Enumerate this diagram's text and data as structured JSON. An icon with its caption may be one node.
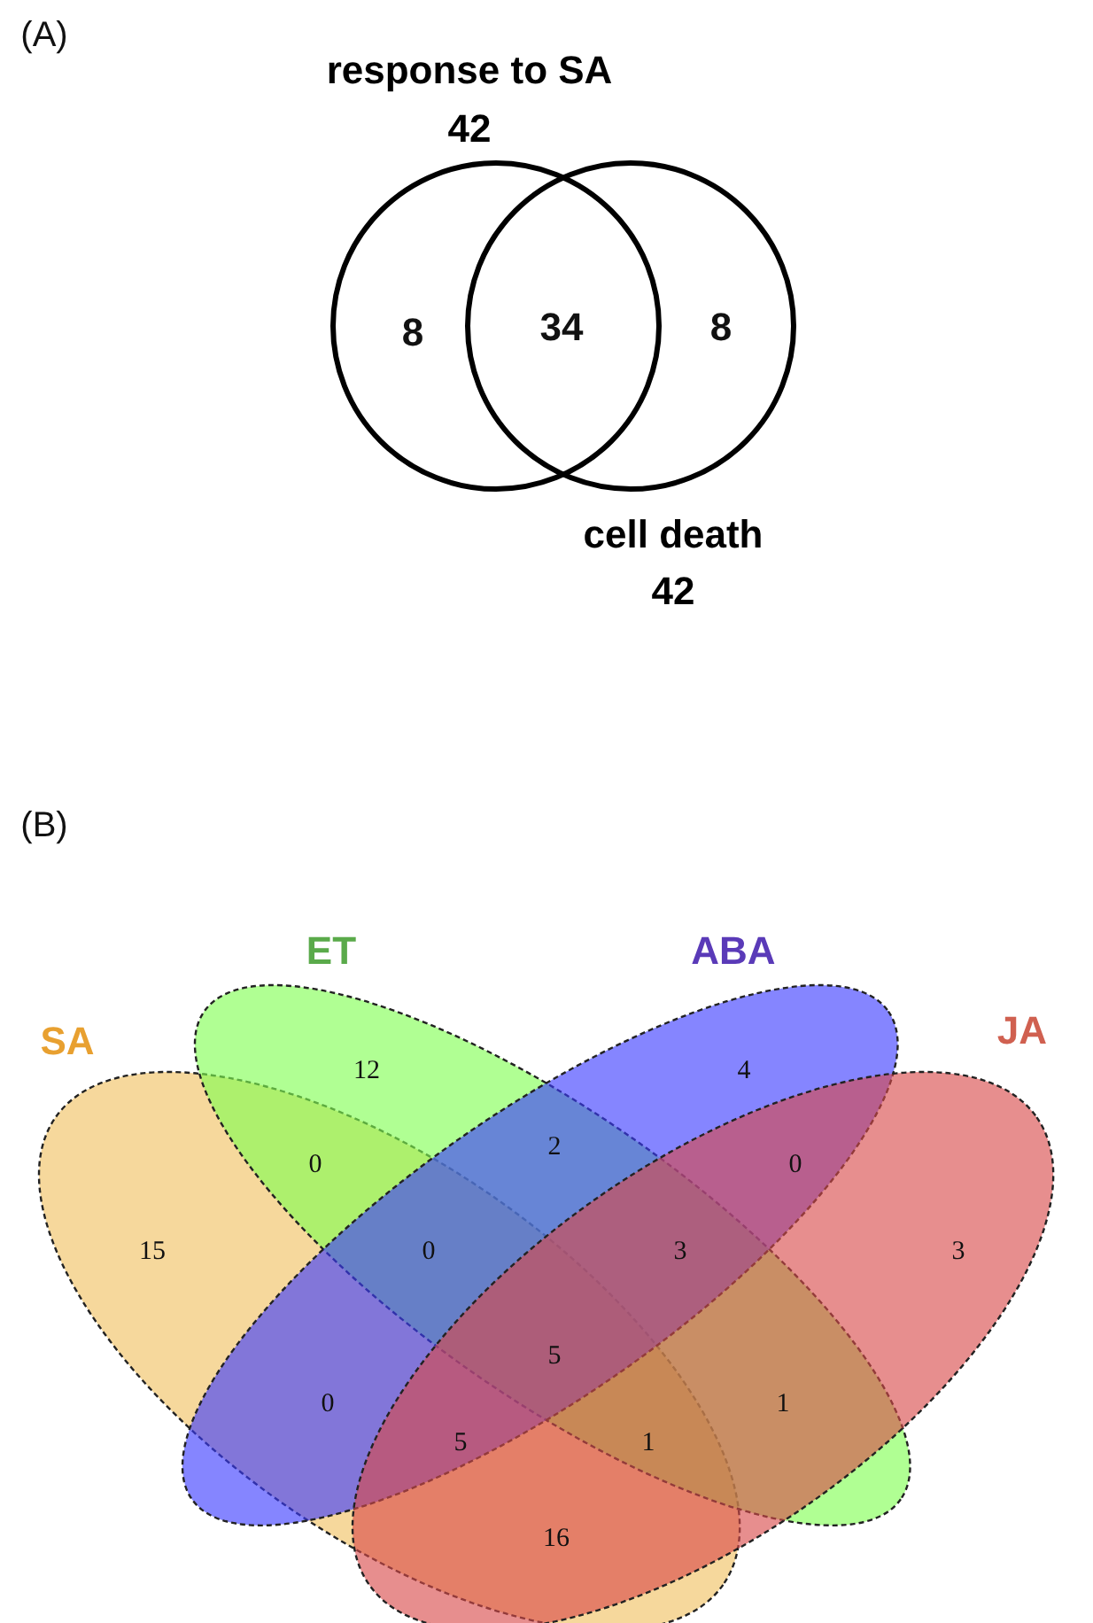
{
  "diagram": {
    "nodes": [
      {
        "text": [
          "response to SA",
          "42"
        ]
      },
      {
        "text": [
          "cell death",
          "42"
        ]
      },
      {
        "text": [
          "SA"
        ]
      },
      {
        "text": [
          "ET"
        ]
      },
      {
        "text": [
          "ABA"
        ]
      },
      {
        "text": [
          "JA"
        ]
      }
    ],
    "labels": [
      "(A)",
      "8",
      "34",
      "8",
      "(B)",
      "12",
      "4",
      "2",
      "0",
      "0",
      "15",
      "0",
      "3",
      "3",
      "5",
      "0",
      "1",
      "5",
      "1",
      "16"
    ]
  }
}
